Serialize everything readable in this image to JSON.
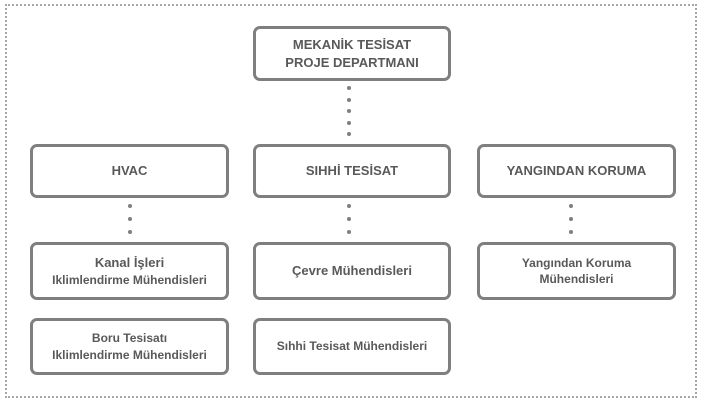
{
  "diagram": {
    "root": {
      "line1": "MEKANİK TESİSAT",
      "line2": "PROJE DEPARTMANI"
    },
    "departments": [
      {
        "title": "HVAC",
        "teams": [
          {
            "line1": "Kanal İşleri",
            "line2": "Iklimlendirme Mühendisleri"
          },
          {
            "line1": "Boru Tesisatı",
            "line2": "Iklimlendirme Mühendisleri"
          }
        ]
      },
      {
        "title": "SIHHİ TESİSAT",
        "teams": [
          {
            "line1": "Çevre Mühendisleri",
            "line2": ""
          },
          {
            "line1": "Sıhhi Tesisat Mühendisleri",
            "line2": ""
          }
        ]
      },
      {
        "title": "YANGINDAN KORUMA",
        "teams": [
          {
            "line1": "Yangından Koruma",
            "line2": "Mühendisleri"
          }
        ]
      }
    ]
  },
  "colors": {
    "border": "#7f7f7f",
    "text": "#595959",
    "frame": "#a6a6a6"
  }
}
